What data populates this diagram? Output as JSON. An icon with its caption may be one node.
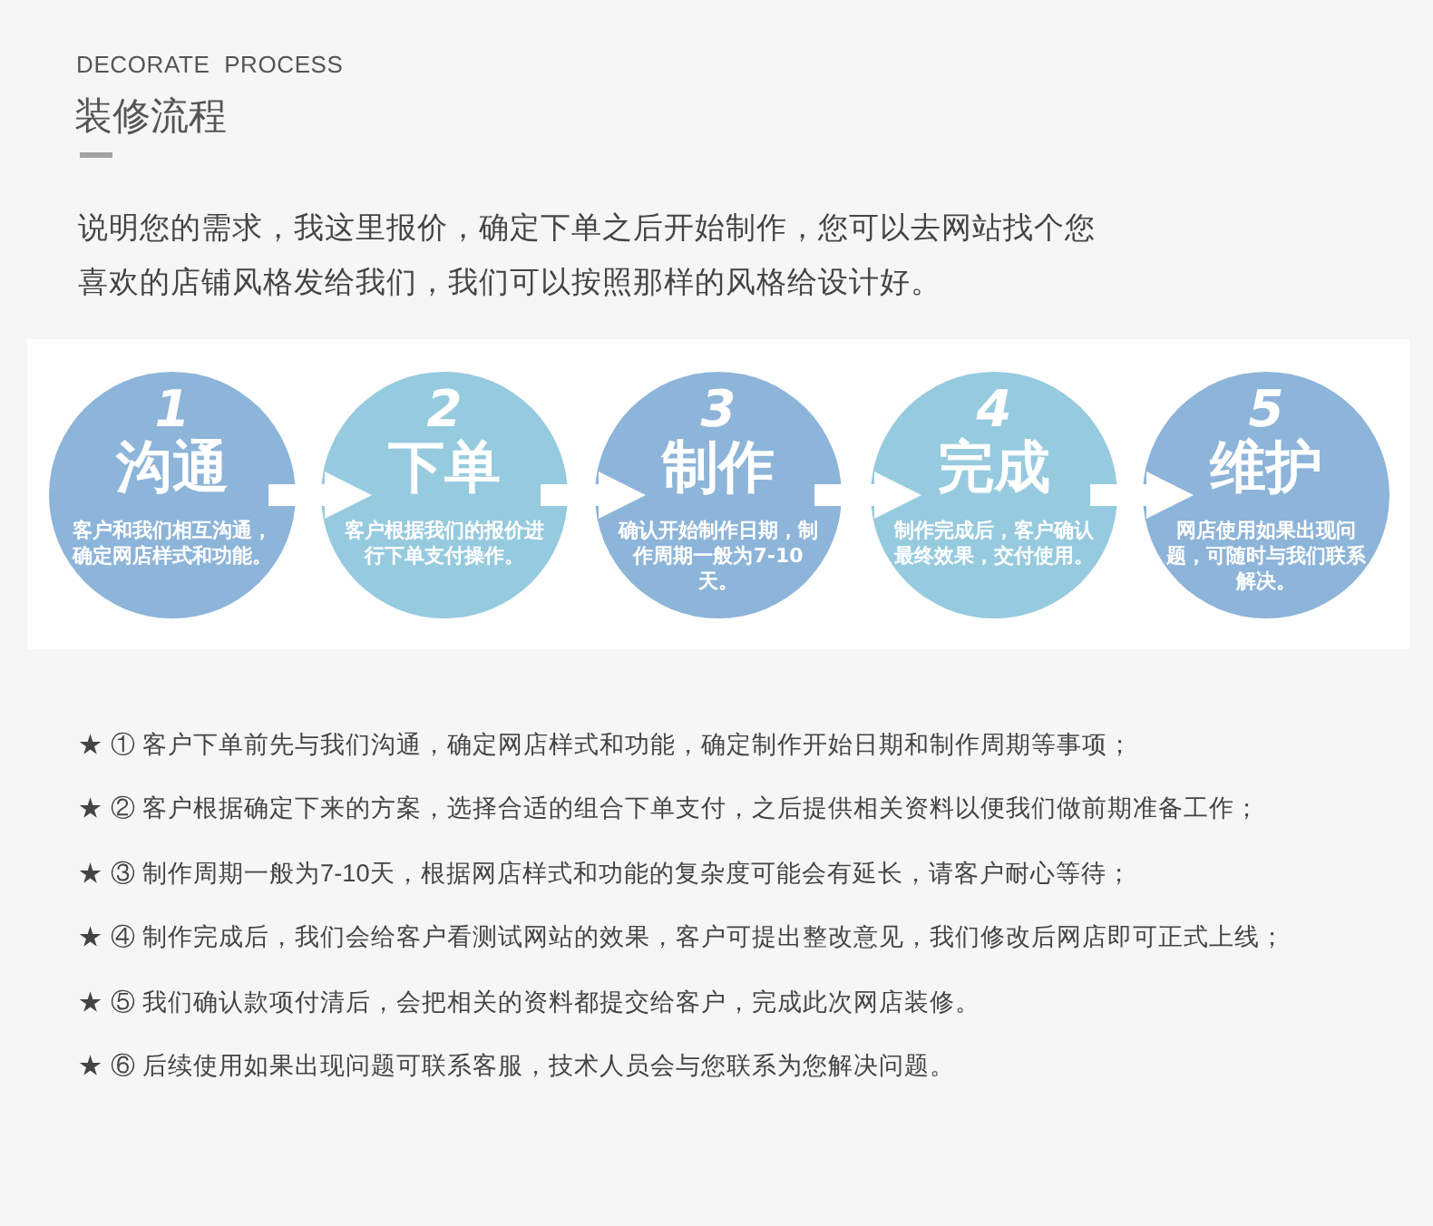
{
  "diagram": {
    "title": "装修流程",
    "nodes": [
      {
        "text": [
          "1",
          "沟通",
          "客户和我们相互沟通，确定网店样式和功能。"
        ]
      },
      {
        "text": [
          "2",
          "下单",
          "客户根据我们的报价进行下单支付操作。"
        ]
      },
      {
        "text": [
          "3",
          "制作",
          "确认开始制作日期，制作周期一般为7-10天。"
        ]
      },
      {
        "text": [
          "4",
          "完成",
          "制作完成后，客户确认最终效果，交付使用。"
        ]
      },
      {
        "text": [
          "5",
          "维护",
          "网店使用如果出现问题，可随时与我们联系解决。"
        ]
      }
    ],
    "edges": [
      {
        "from": 0,
        "to": 1,
        "arrow": "to"
      },
      {
        "from": 1,
        "to": 2,
        "arrow": "to"
      },
      {
        "from": 2,
        "to": 3,
        "arrow": "to"
      },
      {
        "from": 3,
        "to": 4,
        "arrow": "to"
      }
    ],
    "labels": [
      "DECORATE PROCESS",
      "说明您的需求，我这里报价，确定下单之后开始制作，您可以去网站找个您喜欢的店铺风格发给我们，我们可以按照那样的风格给设计好。",
      "★ ① 客户下单前先与我们沟通，确定网店样式和功能，确定制作开始日期和制作周期等事项；",
      "★ ② 客户根据确定下来的方案，选择合适的组合下单支付，之后提供相关资料以便我们做前期准备工作；",
      "★ ③ 制作周期一般为7-10天，根据网店样式和功能的复杂度可能会有延长，请客户耐心等待；",
      "★ ④ 制作完成后，我们会给客户看测试网站的效果，客户可提出整改意见，我们修改后网店即可正式上线；",
      "★ ⑤ 我们确认款项付清后，会把相关的资料都提交给客户，完成此次网店装修。",
      "★ ⑥ 后续使用如果出现问题可联系客服，技术人员会与您联系为您解决问题。"
    ]
  }
}
